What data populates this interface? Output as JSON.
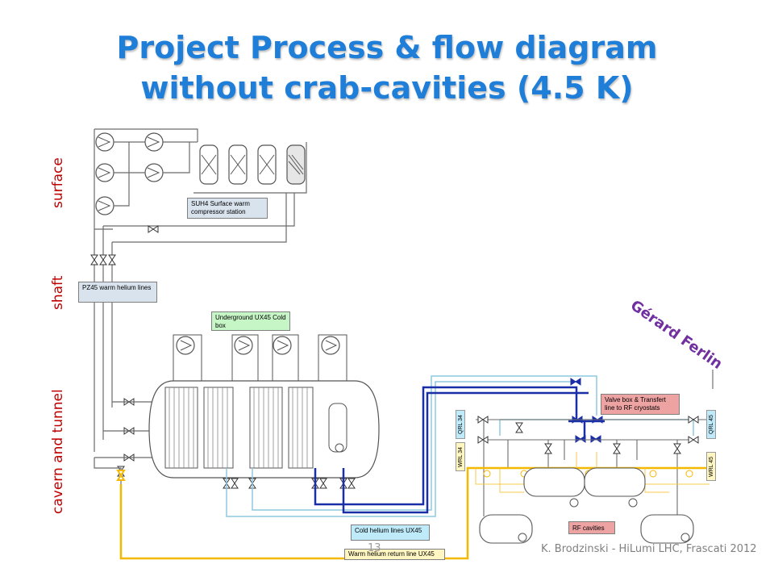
{
  "title": {
    "line1": "Project Process & flow diagram",
    "line2": "without crab-cavities (4.5 K)"
  },
  "side_labels": {
    "surface": "surface",
    "shaft": "shaft",
    "cavern": "cavern and tunnel"
  },
  "author": "Gérard Ferlin",
  "footer": "K. Brodzinski - HiLumi LHC, Frascati 2012",
  "page_number": "13",
  "diagram_labels": {
    "suh4": "SUH4 Surface warm compressor station",
    "pz45": "PZ45 warm helium lines",
    "ux45_cold_box": "Underground UX45 Cold box",
    "valve_box": "Valve box & Transfert line to RF cryostats",
    "cold_lines": "Cold helium lines UX45",
    "warm_return": "Warm helium return line UX45",
    "rf_cavities": "RF cavities",
    "qrl34": "QRL 34",
    "qrl45": "QRL 45",
    "wrl34": "WRL 34",
    "wrl45": "WRL 45"
  },
  "colors": {
    "title": "#1f7ed8",
    "side_labels": "#c00000",
    "author": "#7030a0",
    "cold_line": "#1a2ea8",
    "light_blue": "#8fc8e0",
    "warm_return": "#f5b800",
    "line_gray": "#6b6b6b"
  }
}
